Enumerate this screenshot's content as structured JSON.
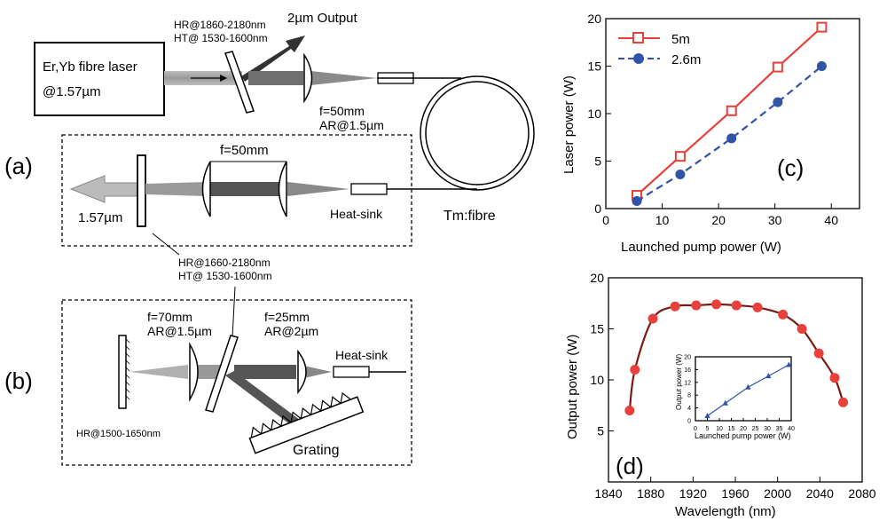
{
  "panel_a": {
    "label": "(a)",
    "laser_line1": "Er,Yb fibre laser",
    "laser_line2": "@1.57µm",
    "mirror_hr": "HR@1860-2180nm",
    "mirror_ht": "HT@ 1530-1600nm",
    "output": "2µm Output",
    "lens_f": "f=50mm",
    "lens_ar": "AR@1.5µm",
    "cavity_f": "f=50mm",
    "pump_out": "1.57µm",
    "heatsink": "Heat-sink",
    "fibre": "Tm:fibre",
    "mirror2_hr": "HR@1660-2180nm",
    "mirror2_ht": "HT@ 1530-1600nm"
  },
  "panel_b": {
    "label": "(b)",
    "lens1_f": "f=70mm",
    "lens1_ar": "AR@1.5µm",
    "lens2_f": "f=25mm",
    "lens2_ar": "AR@2µm",
    "heatsink": "Heat-sink",
    "hr": "HR@1500-1650nm",
    "grating": "Grating"
  },
  "chart_data": [
    {
      "type": "line",
      "panel_label": "(c)",
      "xlabel": "Launched pump power (W)",
      "ylabel": "Laser power (W)",
      "xlim": [
        0,
        45
      ],
      "ylim": [
        0,
        20
      ],
      "xticks": [
        0,
        10,
        20,
        30,
        40
      ],
      "yticks": [
        0,
        5,
        10,
        15,
        20
      ],
      "legend": "top-left",
      "series": [
        {
          "name": "5m",
          "x": [
            5.5,
            13.2,
            22.3,
            30.5,
            38.3
          ],
          "y": [
            1.4,
            5.5,
            10.3,
            14.9,
            19.1
          ],
          "color": "#e8403a",
          "marker": "square-open",
          "style": "solid"
        },
        {
          "name": "2.6m",
          "x": [
            5.5,
            13.2,
            22.3,
            30.5,
            38.3
          ],
          "y": [
            0.8,
            3.6,
            7.4,
            11.2,
            15.0
          ],
          "color": "#3153a8",
          "marker": "circle",
          "style": "dashed"
        }
      ]
    },
    {
      "type": "line",
      "panel_label": "(d)",
      "xlabel": "Wavelength (nm)",
      "ylabel": "Output power (W)",
      "xlim": [
        1840,
        2080
      ],
      "ylim": [
        0,
        20
      ],
      "xticks": [
        1840,
        1880,
        1920,
        1960,
        2000,
        2040,
        2080
      ],
      "yticks": [
        5,
        10,
        15,
        20
      ],
      "series": [
        {
          "name": "",
          "x": [
            1860,
            1865,
            1882,
            1903,
            1923,
            1942,
            1961,
            1981,
            2005,
            2023,
            2039,
            2054,
            2062
          ],
          "y": [
            7.0,
            11.0,
            16.0,
            17.2,
            17.3,
            17.4,
            17.3,
            17.1,
            16.4,
            15.0,
            12.6,
            10.2,
            7.8
          ],
          "color": "#e8403a",
          "line_color": "#7a1b14",
          "marker": "circle"
        }
      ],
      "inset": {
        "xlabel": "Launched pump power (W)",
        "ylabel": "Output power (W)",
        "xlim": [
          0,
          40
        ],
        "ylim": [
          0,
          20
        ],
        "xticks": [
          0,
          5,
          10,
          15,
          20,
          25,
          30,
          35,
          40
        ],
        "yticks": [
          0,
          4,
          8,
          12,
          16,
          20
        ],
        "x": [
          5,
          12.5,
          22,
          30.5,
          39
        ],
        "y": [
          1.5,
          5.5,
          10.5,
          14.0,
          17.5
        ],
        "color": "#3153a8",
        "marker": "triangle"
      }
    }
  ]
}
